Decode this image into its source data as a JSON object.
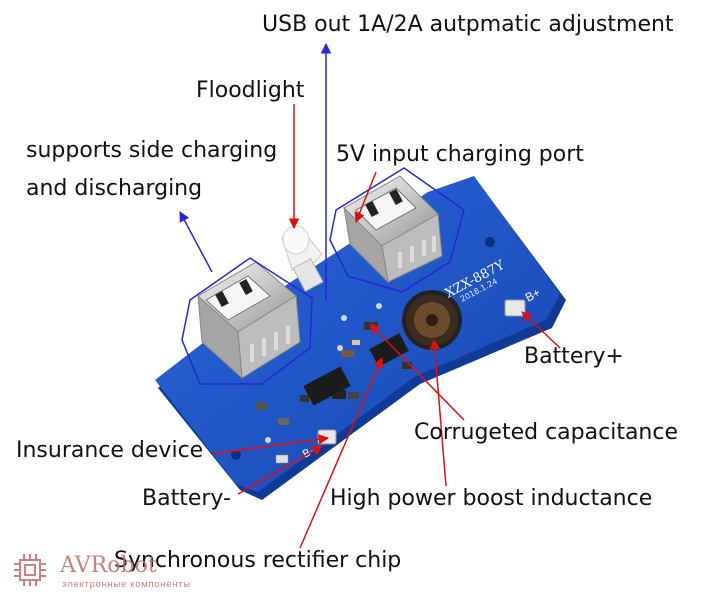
{
  "colors": {
    "pcb": "#1d55c9",
    "pcb_dark": "#0f3a96",
    "annotation_red": "#e01010",
    "annotation_blue": "#2626d8",
    "brand": "#c46a6a"
  },
  "labels": {
    "usb_out": "USB out 1A/2A autpmatic adjustment",
    "floodlight": "Floodlight",
    "side_charging_line1": "supports side charging",
    "side_charging_line2": "and discharging",
    "input_port": "5V input charging port",
    "battery_plus": "Battery+",
    "capacitance": "Corrugeted capacitance",
    "insurance": "Insurance device",
    "battery_minus": "Battery-",
    "inductance": "High power boost inductance",
    "rectifier": "Synchronous rectifier chip"
  },
  "board": {
    "chip_marking": "XZX-887Y",
    "date_marking": "2018.1.24",
    "pad_plus": "B+",
    "pad_minus": "B-"
  },
  "watermark": {
    "brand": "AVRobot",
    "subtitle": "электронные компоненты",
    "icon": "chip-logo-icon"
  }
}
